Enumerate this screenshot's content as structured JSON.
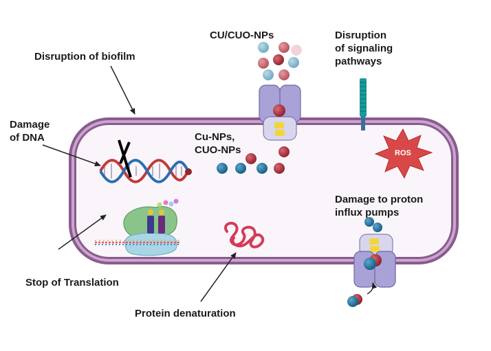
{
  "labels": {
    "biofilm": "Disruption of biofilm",
    "nps_top": "CU/CUO-NPs",
    "signaling": "Disruption\nof signaling\npathways",
    "dna": "Damage\nof DNA",
    "nps_inner": "Cu-NPs,\nCUO-NPs",
    "ros": "ROS",
    "proton": "Damage to proton\ninflux pumps",
    "translation": "Stop of Translation",
    "protein": "Protein denaturation"
  },
  "colors": {
    "membrane": "#8b5a8f",
    "membrane_fill": "#faf5fa",
    "nanoparticle_red": "#a8303e",
    "nanoparticle_blue": "#1f6f96",
    "ros_burst": "#d94848",
    "dna_red": "#c03a3a",
    "dna_blue": "#2a6fb0",
    "pump": "#a8a2d6",
    "receptor": "#1a9a9a",
    "ribosome": "#8bc48b",
    "protein": "#d43c56"
  },
  "icons": [
    "cell-membrane",
    "nanoparticle",
    "membrane-pump",
    "receptor",
    "dna-helix",
    "ribosome",
    "ros-burst",
    "protein-coil"
  ]
}
